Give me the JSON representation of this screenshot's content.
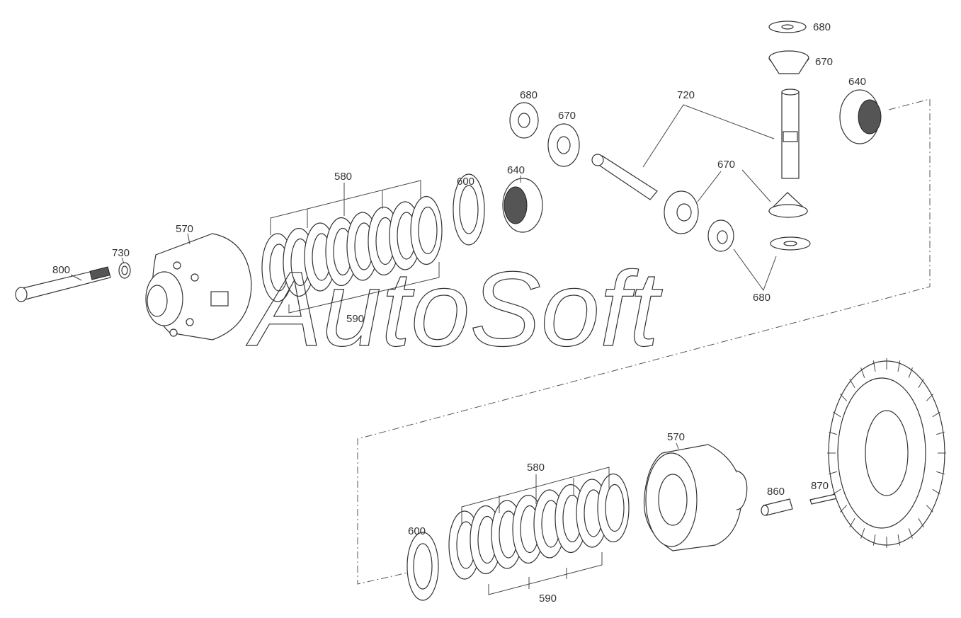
{
  "labels": {
    "l800": "800",
    "l730": "730",
    "l570a": "570",
    "l580a": "580",
    "l590a": "590",
    "l600a": "600",
    "l640a": "640",
    "l680a": "680",
    "l670a": "670",
    "l720": "720",
    "l680b": "680",
    "l670b": "670",
    "l640b": "640",
    "l670c": "670",
    "l680c": "680",
    "l570b": "570",
    "l580b": "580",
    "l600b": "600",
    "l590b": "590",
    "l860": "860",
    "l870": "870"
  },
  "watermark": "AutoSoft"
}
